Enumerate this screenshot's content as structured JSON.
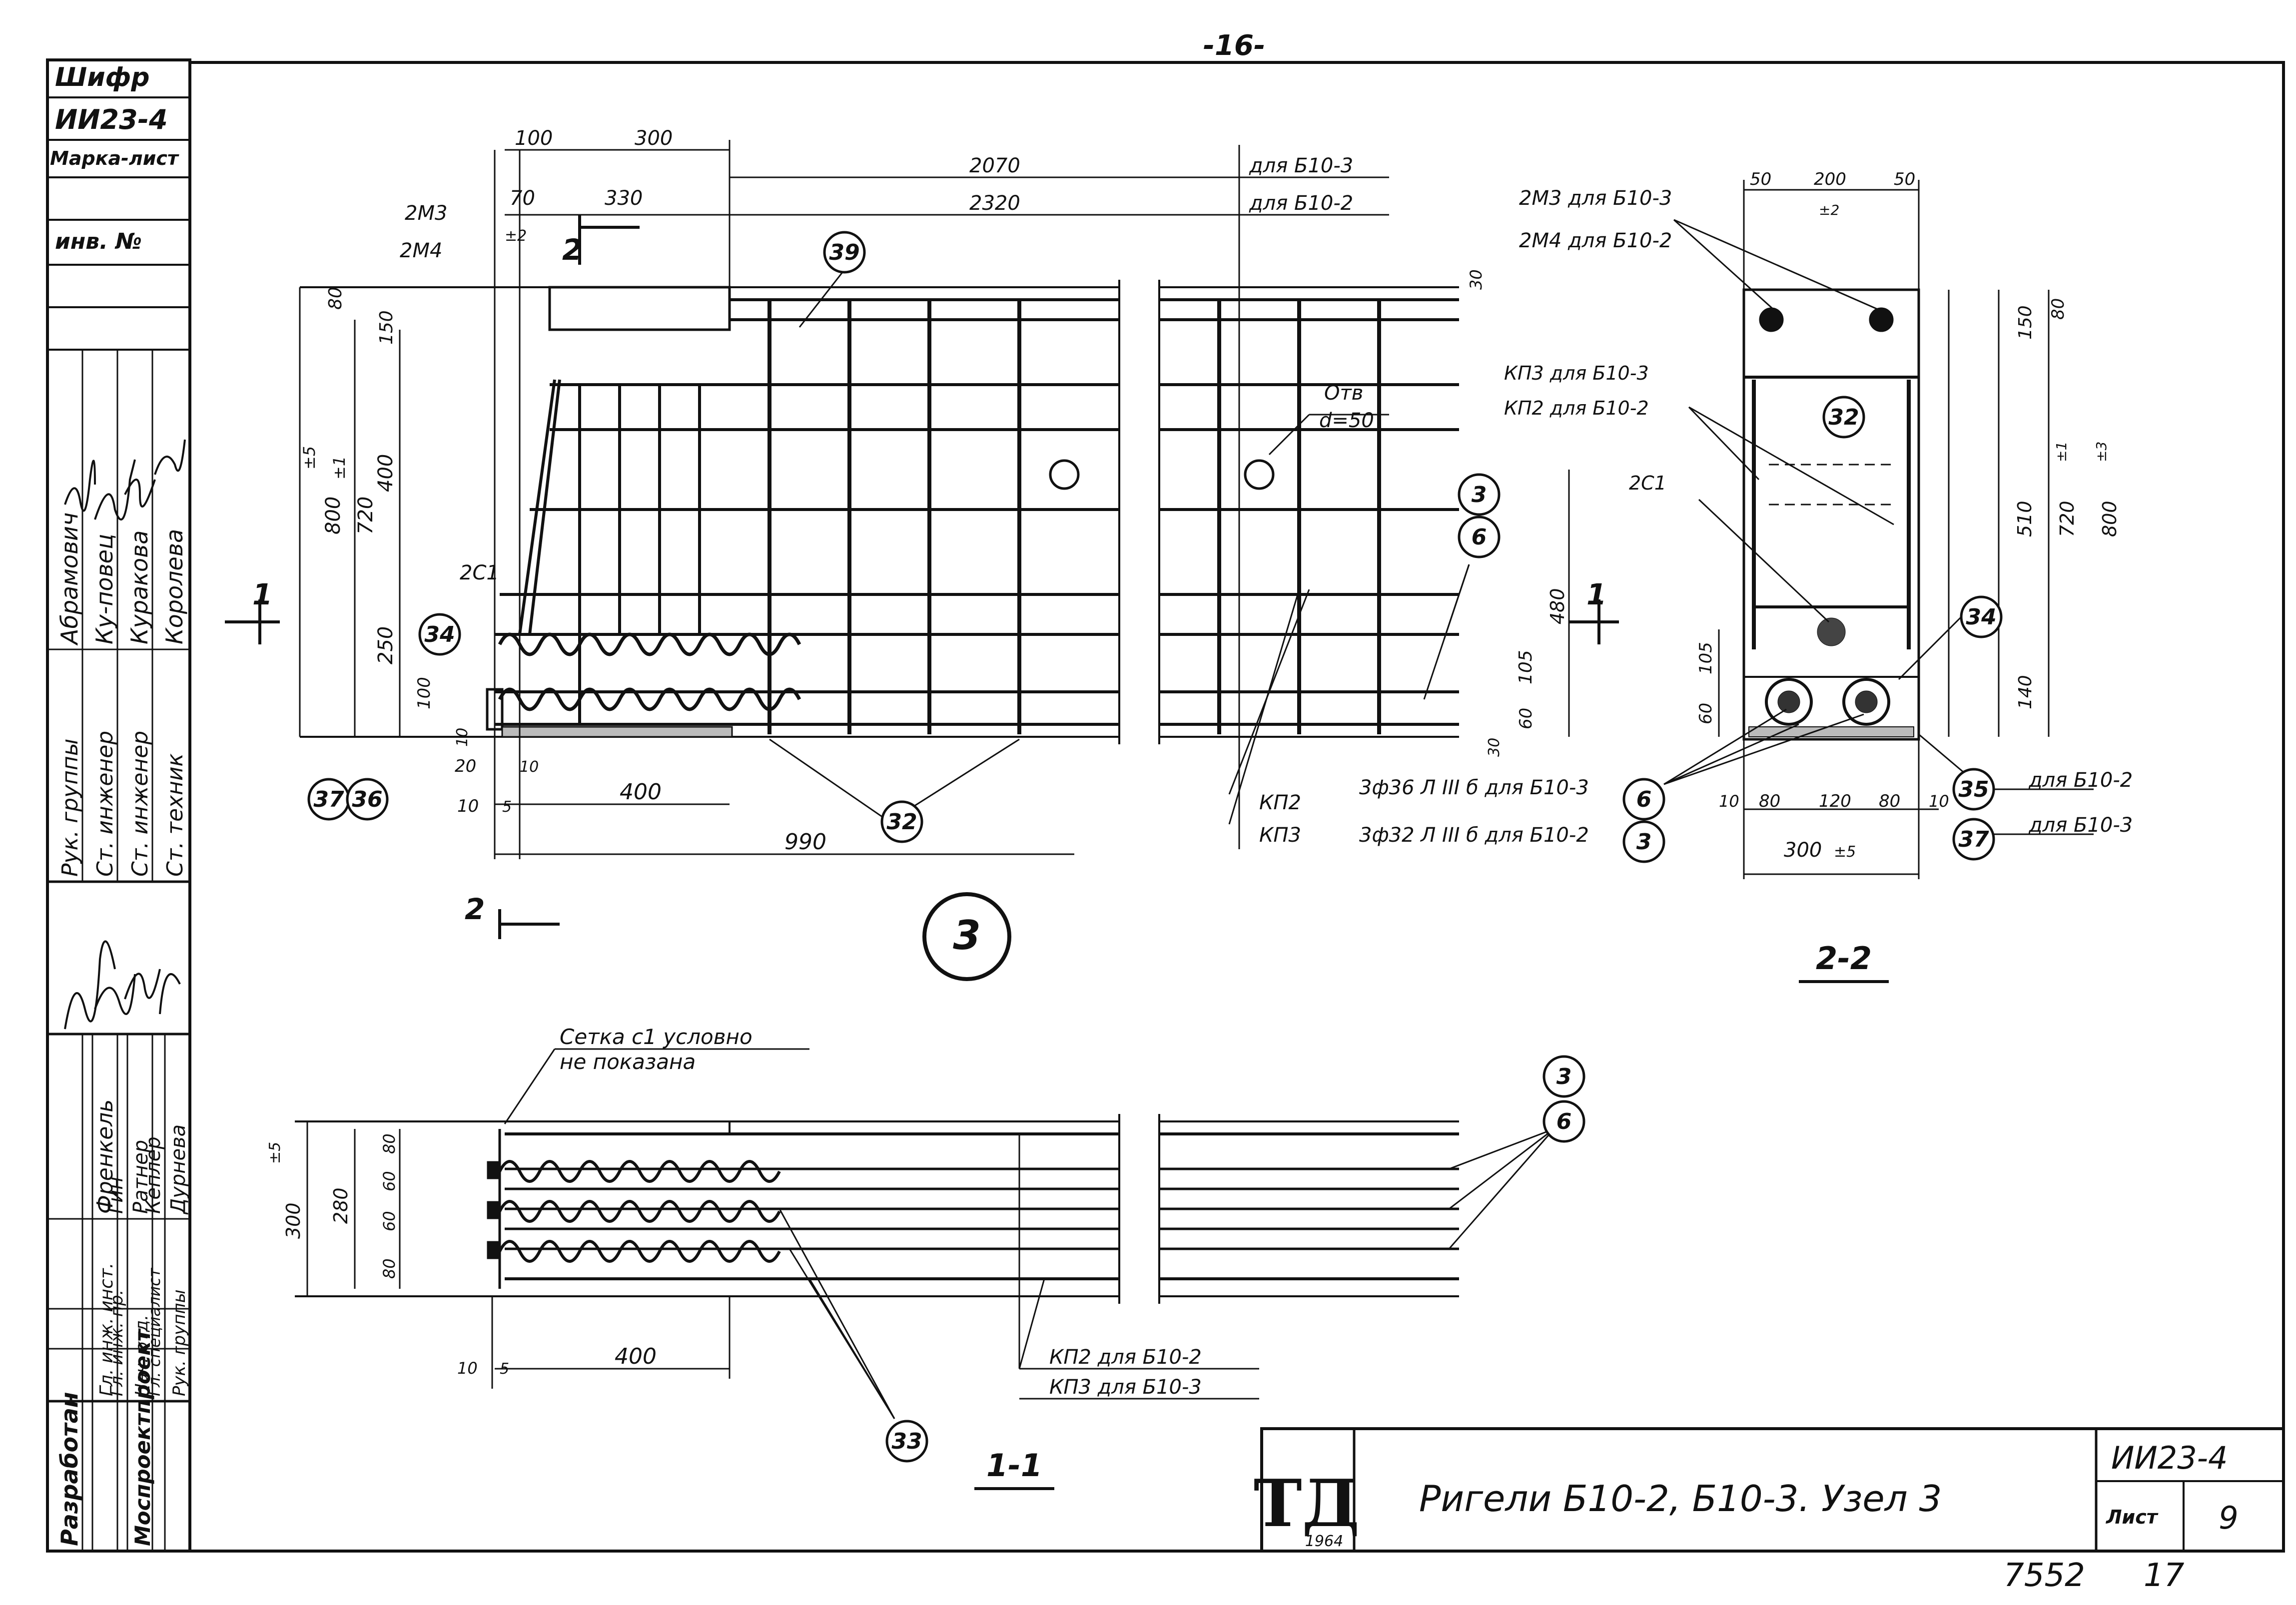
{
  "page_number": "-16-",
  "side_stamp": {
    "shifr_label": "Шифр",
    "shifr_value": "ИИ23-4",
    "marka_label": "Марка-лист",
    "inv_label": "инв. №",
    "roles_upper": [
      "Абрамович",
      "Ку-повец",
      "Куракова",
      "Королева"
    ],
    "titles_upper": [
      "Рук. группы",
      "Ст. инженер",
      "Ст. инженер",
      "Ст. техник"
    ],
    "roles_lower": [
      "Френкель",
      "Гин",
      "Ратнер",
      "Кеплер",
      "Дурнева"
    ],
    "titles_lower": [
      "Гл. инж. инст.",
      "Гл. инж. пр.",
      "Нач. отд.",
      "Гл. специалист",
      "Рук. группы"
    ],
    "razrabotan": "Разработан",
    "org": "Моспроектпроект"
  },
  "view_3": {
    "label": "3",
    "dims_top": [
      "100",
      "300",
      "70",
      "330",
      "2070",
      "2320"
    ],
    "for_b103": "для Б10-3",
    "for_b102": "для Б10-2",
    "m3": "2М3",
    "m4": "2М4",
    "tol2": "±2",
    "section2": "2",
    "dims_left": [
      "80",
      "150",
      "800",
      "720",
      "400",
      "250",
      "100",
      "10"
    ],
    "tol5": "±5",
    "tol1": "±1",
    "c1": "2С1",
    "dims_bottom": [
      "20",
      "10",
      "10",
      "5",
      "400",
      "990"
    ],
    "hole": "Отв",
    "hole_d": "d=50",
    "kp2": "КП2",
    "kp3": "КП3",
    "dims_right": [
      "30",
      "480",
      "105",
      "60",
      "30"
    ],
    "section1": "1",
    "bars_b103": "3ф36 Л III б для Б10-3",
    "bars_b102": "3ф32 Л III б для Б10-2"
  },
  "view_22": {
    "label": "2-2",
    "dims_top": [
      "50",
      "200",
      "50"
    ],
    "tol2": "±2",
    "m3_b103": "2М3 для Б10-3",
    "m4_b102": "2М4 для Б10-2",
    "kp3_b103": "КП3 для Б10-3",
    "kp2_b102": "КП2 для Б10-2",
    "c1": "2С1",
    "dims_right": [
      "150",
      "80",
      "510",
      "720",
      "800",
      "140"
    ],
    "dims_left": [
      "105",
      "60"
    ],
    "tol1": "±1",
    "tol3": "±3",
    "dims_bottom": [
      "10",
      "80",
      "120",
      "80",
      "10",
      "300"
    ],
    "tol5": "±5",
    "n35_for": "для Б10-2",
    "n37_for": "для Б10-3"
  },
  "view_11": {
    "label": "1-1",
    "note_1": "Сетка с1 условно",
    "note_2": "не показана",
    "dims_left": [
      "300",
      "280",
      "80",
      "60",
      "60",
      "80"
    ],
    "tol5": "±5",
    "dims_bottom": [
      "10",
      "5",
      "400"
    ],
    "kp2_b102": "КП2 для Б10-2",
    "kp3_b103": "КП3 для Б10-3"
  },
  "callouts": [
    "39",
    "32",
    "34",
    "37",
    "36",
    "3",
    "6",
    "35",
    "33"
  ],
  "title_block": {
    "logo": "ТД",
    "logo_year": "1964",
    "title": "Ригели Б10-2, Б10-3.  Узел 3",
    "code": "ИИ23-4",
    "sheet_label": "Лист",
    "sheet_number": "9"
  },
  "footer": {
    "left": "7552",
    "right": "17"
  }
}
